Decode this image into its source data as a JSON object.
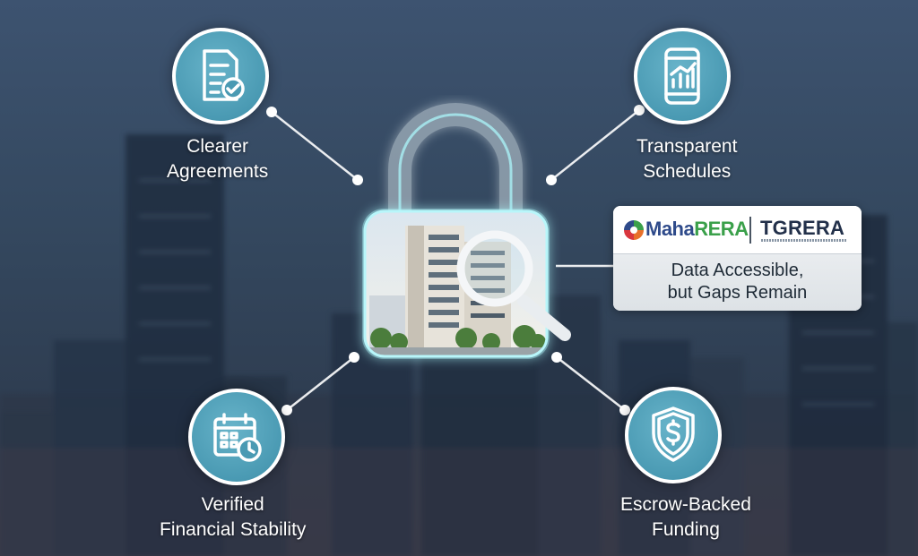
{
  "features": {
    "agreements": {
      "line1": "Clearer",
      "line2": "Agreements",
      "icon": "document-check-icon"
    },
    "schedules": {
      "line1": "Transparent",
      "line2": "Schedules",
      "icon": "phone-chart-icon"
    },
    "stability": {
      "line1": "Verified",
      "line2": "Financial Stability",
      "icon": "calendar-clock-icon"
    },
    "escrow": {
      "line1": "Escrow-Backed",
      "line2": "Funding",
      "icon": "shield-dollar-icon"
    }
  },
  "card": {
    "logo_maha_prefix": "Maha",
    "logo_maha_suffix": "RERA",
    "logo_tg": "TGRERA",
    "text_line1": "Data Accessible,",
    "text_line2": "but Gaps Remain"
  },
  "colors": {
    "icon_fill": "#4a9ab3",
    "lock_glow": "#9fe6ef",
    "connector": "#ffffff",
    "maharera_blue": "#2e4a8a",
    "maharera_green": "#3aa04a"
  }
}
